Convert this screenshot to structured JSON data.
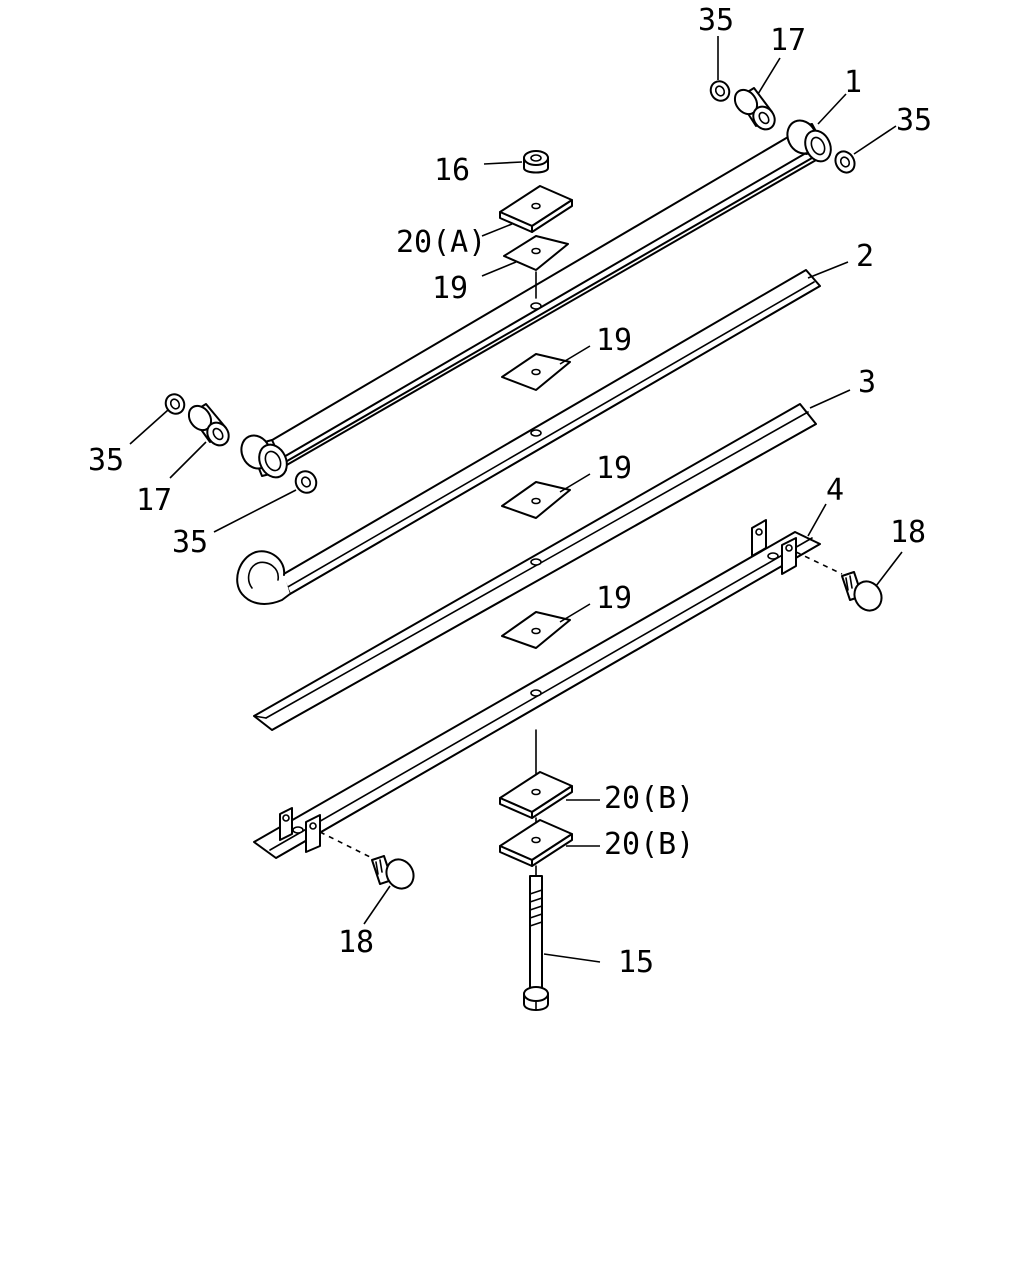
{
  "diagram": {
    "ink_color": "#000000",
    "background_color": "#ffffff",
    "callouts": {
      "c35_top": "35",
      "c17_top": "17",
      "c1": "1",
      "c35_right": "35",
      "c16": "16",
      "c20a": "20(A)",
      "c19_a": "19",
      "c2": "2",
      "c19_b": "19",
      "c3": "3",
      "c35_left": "35",
      "c17_left": "17",
      "c35_mid": "35",
      "c19_c": "19",
      "c4": "4",
      "c18_right": "18",
      "c19_d": "19",
      "c20b_1": "20(B)",
      "c20b_2": "20(B)",
      "c18_left": "18",
      "c15": "15"
    }
  }
}
